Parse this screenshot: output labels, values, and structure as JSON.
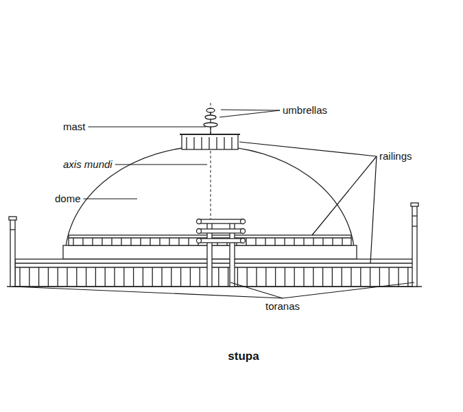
{
  "diagram": {
    "caption": "stupa",
    "labels": [
      "umbrellas",
      "mast",
      "axis mundi",
      "dome",
      "railings",
      "toranas"
    ]
  }
}
